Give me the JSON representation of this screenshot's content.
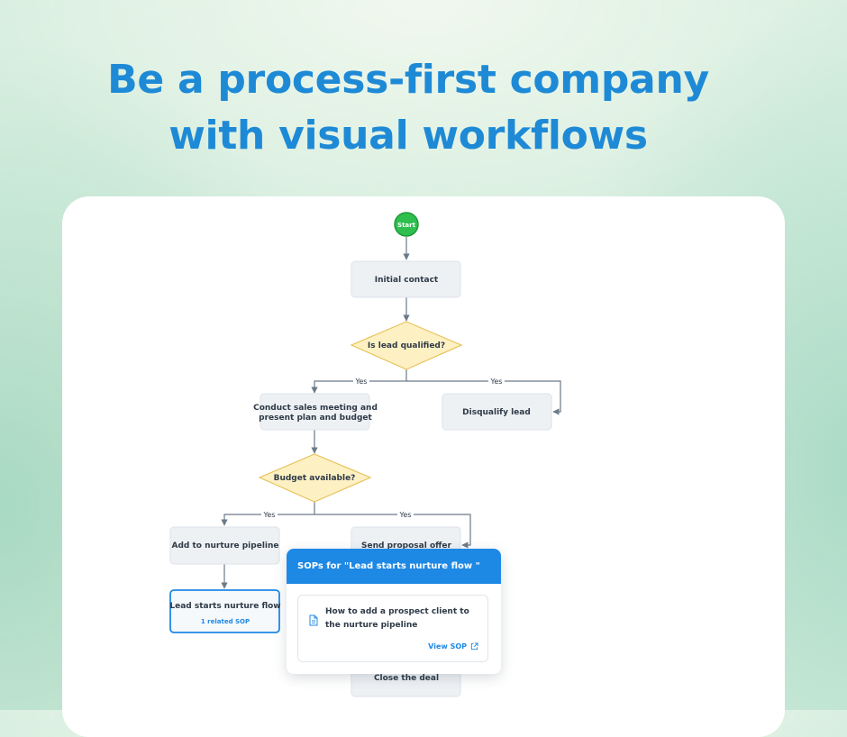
{
  "headline": {
    "line1": "Be a process-first company",
    "line2": "with visual workflows"
  },
  "flowchart": {
    "start": "Start",
    "initial_contact": "Initial contact",
    "qualified_decision": "Is lead qualified?",
    "sales_meeting": [
      "Conduct sales meeting and",
      "present plan and budget"
    ],
    "disqualify": "Disqualify lead",
    "budget_decision": "Budget available?",
    "nurture_pipeline": "Add to nurture pipeline",
    "send_proposal": "Send proposal offer",
    "nurture_flow": "Lead starts nurture flow",
    "related_sop": "1 related SOP",
    "close_deal": "Close the deal",
    "edge_yes_1": "Yes",
    "edge_yes_2": "Yes",
    "edge_yes_3": "Yes",
    "edge_yes_4": "Yes"
  },
  "sop_popover": {
    "title": "SOPs for \"Lead starts nurture flow \"",
    "item_title": "How to add a prospect client to the nurture pipeline",
    "view_link": "View SOP",
    "icon": "document-icon",
    "link_icon": "external-link-icon"
  },
  "colors": {
    "headline": "#1e8ad6",
    "start_node": "#2fbf4f",
    "decision_fill": "#fdf1c4",
    "decision_stroke": "#e8c25a",
    "accent": "#1e88e5",
    "connector": "#6c7a89"
  }
}
